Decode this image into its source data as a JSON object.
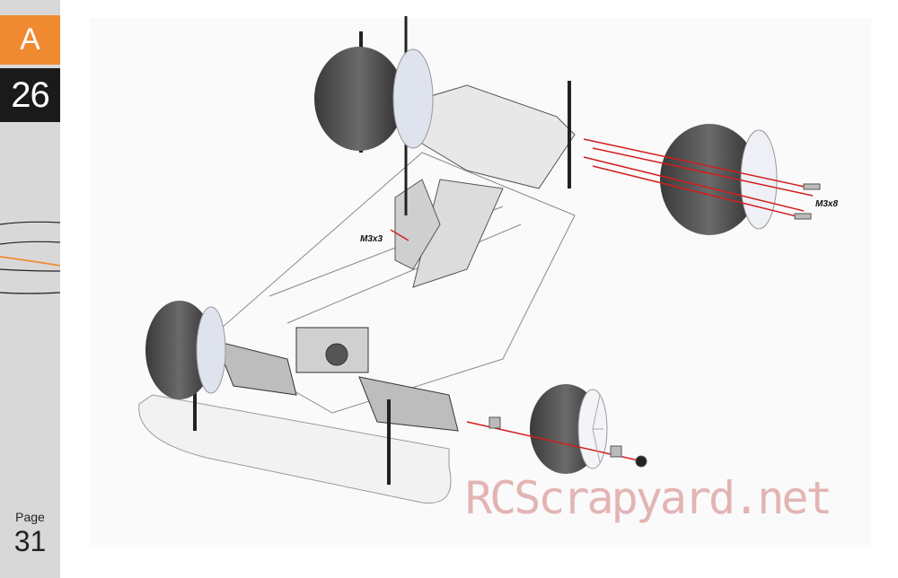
{
  "sidebar": {
    "section_letter": "A",
    "step_number": "26",
    "page_label": "Page",
    "page_number": "31"
  },
  "callouts": {
    "screw_m3x3": "M3x3",
    "screw_m3x8": "M3x8"
  },
  "watermark": "RCScrapyard.net",
  "colors": {
    "accent_orange": "#f08a30",
    "step_box": "#1a1a1a",
    "sidebar_gray": "#d8d8d8",
    "exploded_lines": "#d21e1e"
  }
}
